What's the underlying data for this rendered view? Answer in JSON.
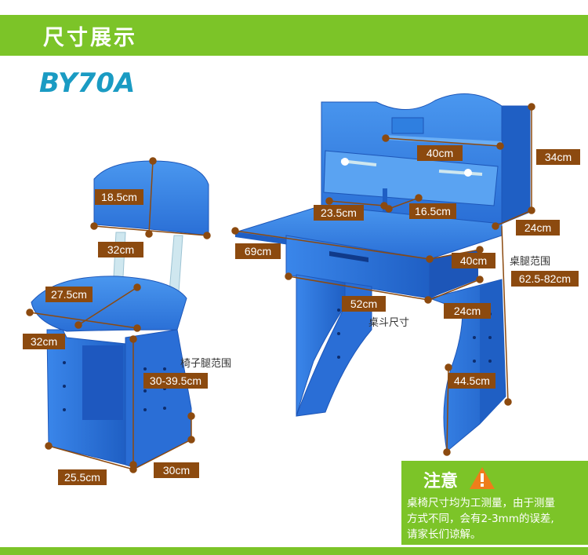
{
  "header": {
    "title": "尺寸展示"
  },
  "model": "BY70A",
  "chair": {
    "dims": {
      "back_height": "18.5cm",
      "back_width": "32cm",
      "seat_depth": "27.5cm",
      "seat_width": "32cm",
      "base_depth": "25.5cm",
      "base_width": "30cm",
      "leg_range": "30-39.5cm"
    },
    "leg_range_label": "椅子腿范围"
  },
  "desk": {
    "dims": {
      "shelf_width": "40cm",
      "shelf_height": "34cm",
      "hutch_left": "23.5cm",
      "hutch_right": "16.5cm",
      "hutch_depth": "24cm",
      "top_width": "69cm",
      "drawer_depth": "40cm",
      "drawer_width": "52cm",
      "drawer_height": "24cm",
      "leg_range": "62.5-82cm",
      "leg_height": "44.5cm"
    },
    "leg_range_label": "桌腿范围",
    "drawer_label": "桌斗尺寸"
  },
  "notice": {
    "title": "注意",
    "text": "桌椅尺寸均为工测量，由于测量\n方式不同，会有2-3mm的误差,\n请家长们谅解。"
  },
  "colors": {
    "accent_green": "#7cc428",
    "furniture_blue": "#2f7fe0",
    "label_brown": "#8c4a0f",
    "model_blue": "#1a9bc3"
  }
}
